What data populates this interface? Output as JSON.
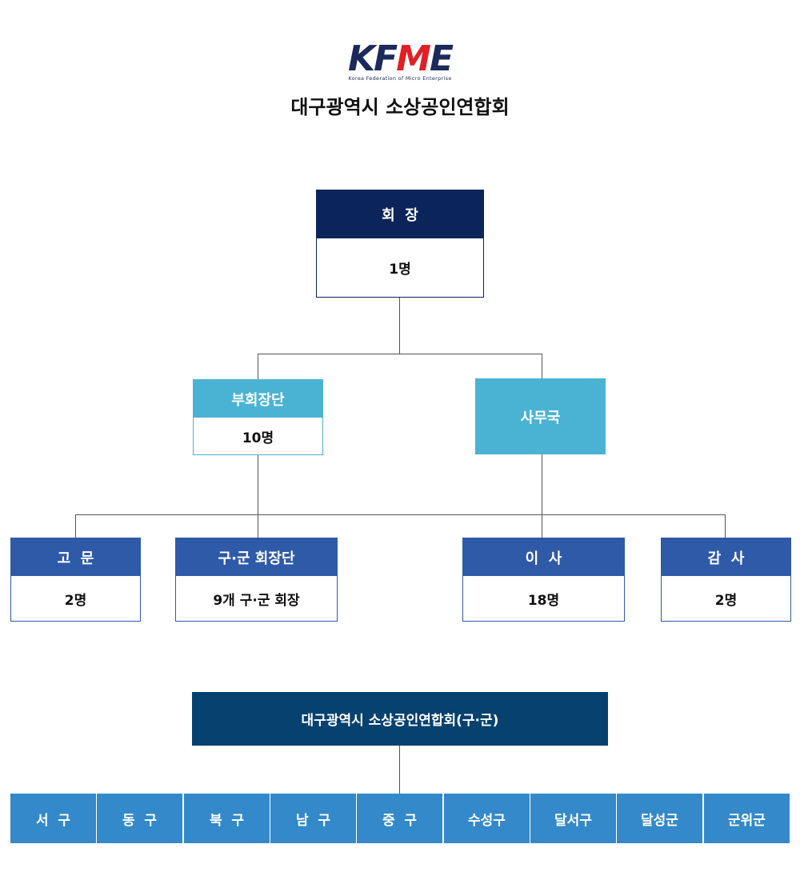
{
  "logo": {
    "text_k": "KF",
    "text_m": "M",
    "text_e": "E",
    "subtitle": "Korea Federation of Micro Enterprise"
  },
  "title": "대구광역시 소상공인연합회",
  "chairman": {
    "label": "회  장",
    "count": "1명"
  },
  "vice": {
    "label": "부회장단",
    "count": "10명"
  },
  "secretariat": {
    "label": "사무국"
  },
  "advisor": {
    "label": "고  문",
    "count": "2명"
  },
  "district_heads": {
    "label": "구·군 회장단",
    "count": "9개 구·군 회장"
  },
  "directors": {
    "label": "이  사",
    "count": "18명"
  },
  "auditor": {
    "label": "감  사",
    "count": "2명"
  },
  "branch": {
    "label": "대구광역시 소상공인연합회(구·군)"
  },
  "districts": [
    "서  구",
    "동  구",
    "북  구",
    "남  구",
    "중  구",
    "수성구",
    "달서구",
    "달성군",
    "군위군"
  ],
  "colors": {
    "navy": "#0b2459",
    "cyan": "#4ab3d4",
    "royal": "#2f5aa8",
    "branch": "#06416f",
    "district": "#3389c9",
    "logo_red": "#e21f26"
  }
}
